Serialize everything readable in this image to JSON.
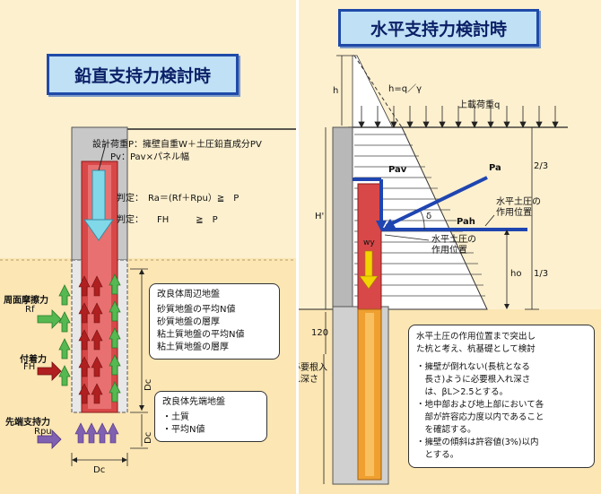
{
  "left": {
    "title": "鉛直支持力検討時",
    "design_load": "設計荷重P：擁壁自重W＋土圧鉛直成分PV",
    "pv_formula": "Pv：Pav×パネル幅",
    "judge1": "判定：　Ra＝(Rf＋Rpu）≧　P",
    "judge2": "判定：　　FH　　　≧　P",
    "skin_friction": "周面摩擦力",
    "rf": "Rf",
    "adhesion": "付着力",
    "fh": "FH",
    "tip_resistance": "先端支持力",
    "rpu": "Rpu",
    "dc": "Dc",
    "callout1": {
      "title": "改良体周辺地盤",
      "items": [
        "砂質地盤の平均N値",
        "砂質地盤の層厚",
        "粘土質地盤の平均N値",
        "粘土質地盤の層厚"
      ]
    },
    "callout2": {
      "title": "改良体先端地盤",
      "items": [
        "・土質",
        "・平均N値"
      ]
    }
  },
  "right": {
    "title": "水平支持力検討時",
    "h": "h",
    "h_formula": "h=q／γ",
    "surcharge": "上載荷重q",
    "pav": "Pav",
    "pa": "Pa",
    "pah": "Pah",
    "delta": "δ",
    "wy": "wy",
    "passive_label": [
      "水平土圧の",
      "作用位置"
    ],
    "active_label": [
      "水平土圧の",
      "作用位置"
    ],
    "h_prime": "H'",
    "h0": "ho",
    "two_thirds": "2/3",
    "one_third": "1/3",
    "dim_120": "120",
    "embed_label": [
      "必要根入",
      "れ深さ"
    ],
    "callout": {
      "lines": [
        "水平土圧の作用位置まで突出し",
        "た杭と考え、杭基礎として検討",
        "",
        "・擁壁が倒れない(長杭となる",
        "　長さ)ように必要根入れ深さ",
        "　は、βL＞2.5とする。",
        "・地中部および地上部において各",
        "　部が許容応力度以内であること",
        "　を確認する。",
        "・擁壁の傾斜は許容値(3%)以内",
        "　とする。"
      ]
    }
  },
  "colors": {
    "panel_bg": "#fdf0cf",
    "title_bg": "#bfe0f5",
    "title_border": "#1f4aa8",
    "pile_red": "#d84848",
    "pile_orange": "#f0a030",
    "arrow_green": "#55b850",
    "arrow_blue": "#1f45b0",
    "arrow_yellow": "#f2d400",
    "arrow_cyan": "#80d8e8"
  }
}
